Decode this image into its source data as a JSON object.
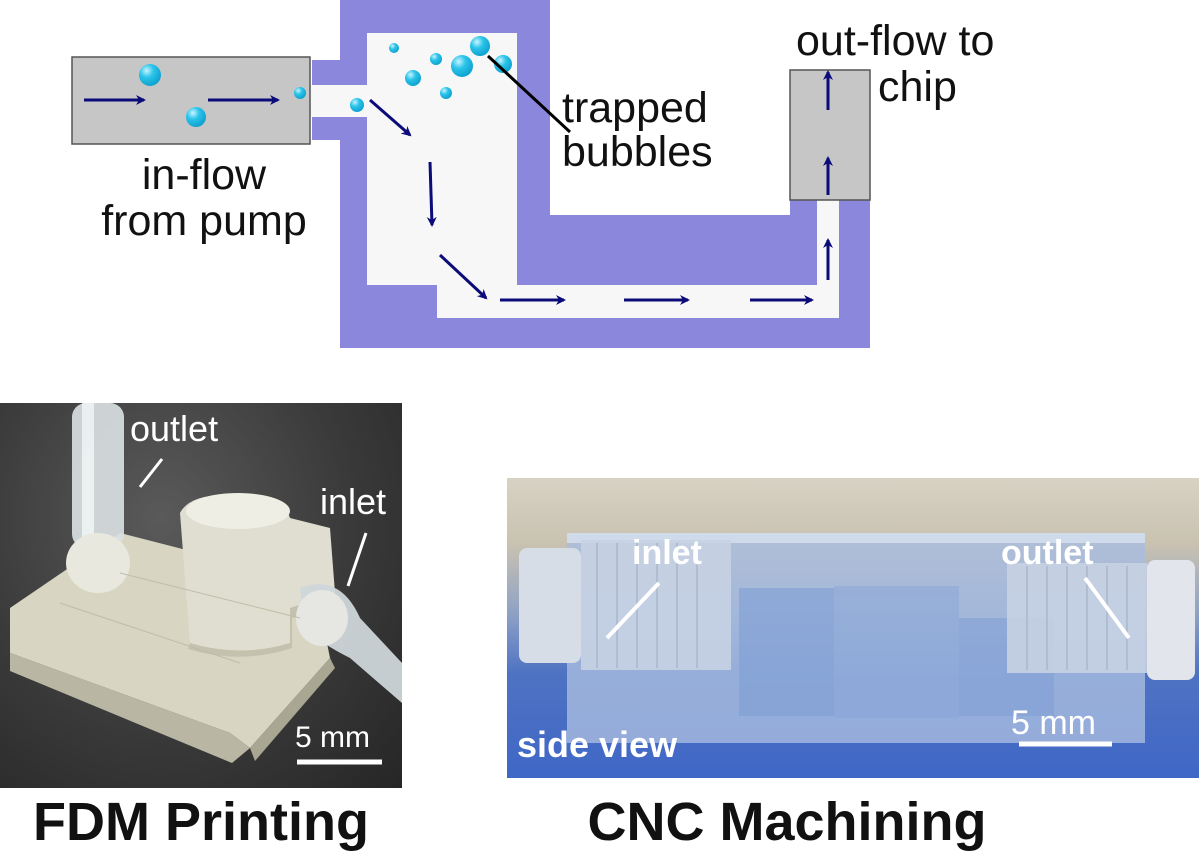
{
  "schematic": {
    "inflow_label_line1": "in-flow",
    "inflow_label_line2": "from pump",
    "trapped_label_line1": "trapped",
    "trapped_label_line2": "bubbles",
    "outflow_label_line1": "out-flow to",
    "outflow_label_line2": "chip",
    "colors": {
      "housing": "#8b87dc",
      "chamber": "#f7f7f7",
      "tube": "#c6c6c6",
      "arrow": "#0b0b7a",
      "bubble": "#2bc4ea"
    }
  },
  "fdm_photo": {
    "outlet_label": "outlet",
    "inlet_label": "inlet",
    "scale_label": "5 mm",
    "caption": "FDM Printing"
  },
  "cnc_photo": {
    "inlet_label": "inlet",
    "outlet_label": "outlet",
    "scale_label": "5 mm",
    "view_label": "side view",
    "caption": "CNC Machining"
  }
}
